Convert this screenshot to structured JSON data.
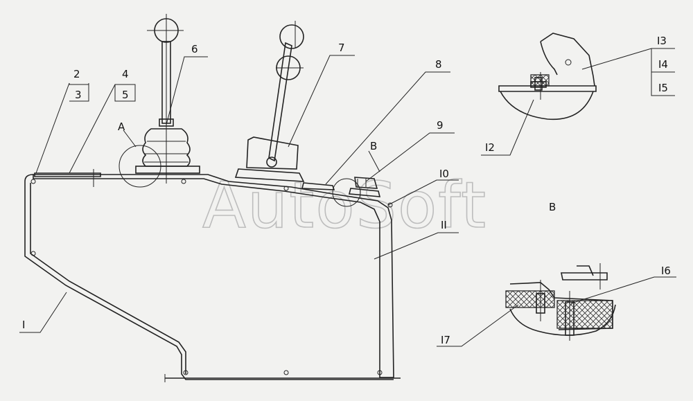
{
  "diagram": {
    "callouts": {
      "c1": "I",
      "c2": "2",
      "c3": "3",
      "c4": "4",
      "c5": "5",
      "c6": "6",
      "c7": "7",
      "c8": "8",
      "c9": "9",
      "c10": "I0",
      "c11": "II",
      "c12": "I2",
      "c13": "I3",
      "c14": "I4",
      "c15": "I5",
      "c16": "I6",
      "c17": "I7"
    },
    "view_labels": {
      "a": "A",
      "b": "B",
      "detail_b": "B"
    },
    "watermark": "AutoSoft"
  }
}
